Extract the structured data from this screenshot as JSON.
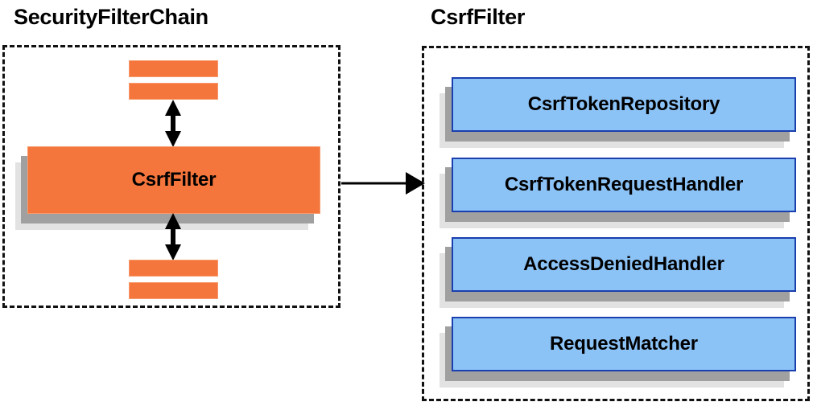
{
  "diagram": {
    "type": "component-relationship-diagram",
    "colors": {
      "orange_fill": "#f4763c",
      "orange_border": "#f79a6b",
      "blue_fill": "#8cc3f7",
      "blue_border": "#1a3fae",
      "shadow_dark": "#a0a0a0",
      "shadow_light": "#e2e2e2",
      "outline": "#111111",
      "text": "#000000",
      "background": "#ffffff"
    },
    "panels": [
      {
        "id": "security-filter-chain",
        "title": "SecurityFilterChain",
        "border_style": "dashed",
        "nodes": [
          {
            "id": "stub-top-1",
            "label": "",
            "style": "orange-stub"
          },
          {
            "id": "stub-top-2",
            "label": "",
            "style": "orange-stub"
          },
          {
            "id": "csrf-filter",
            "label": "CsrfFilter",
            "style": "orange-box"
          },
          {
            "id": "stub-bottom-1",
            "label": "",
            "style": "orange-stub"
          },
          {
            "id": "stub-bottom-2",
            "label": "",
            "style": "orange-stub"
          }
        ],
        "connectors": [
          {
            "id": "arrow-up",
            "from": "csrf-filter",
            "to": "stub-top-2",
            "direction": "bidirectional",
            "orientation": "vertical"
          },
          {
            "id": "arrow-down",
            "from": "csrf-filter",
            "to": "stub-bottom-1",
            "direction": "bidirectional",
            "orientation": "vertical"
          }
        ]
      },
      {
        "id": "csrf-filter-detail",
        "title": "CsrfFilter",
        "border_style": "dashed",
        "nodes": [
          {
            "id": "csrf-token-repository",
            "label": "CsrfTokenRepository",
            "style": "blue-box"
          },
          {
            "id": "csrf-token-request-handler",
            "label": "CsrfTokenRequestHandler",
            "style": "blue-box"
          },
          {
            "id": "access-denied-handler",
            "label": "AccessDeniedHandler",
            "style": "blue-box"
          },
          {
            "id": "request-matcher",
            "label": "RequestMatcher",
            "style": "blue-box"
          }
        ],
        "connectors": []
      }
    ],
    "cross_panel_connector": {
      "id": "expand-arrow",
      "from": "security-filter-chain",
      "to": "csrf-filter-detail",
      "direction": "unidirectional",
      "orientation": "horizontal"
    }
  }
}
